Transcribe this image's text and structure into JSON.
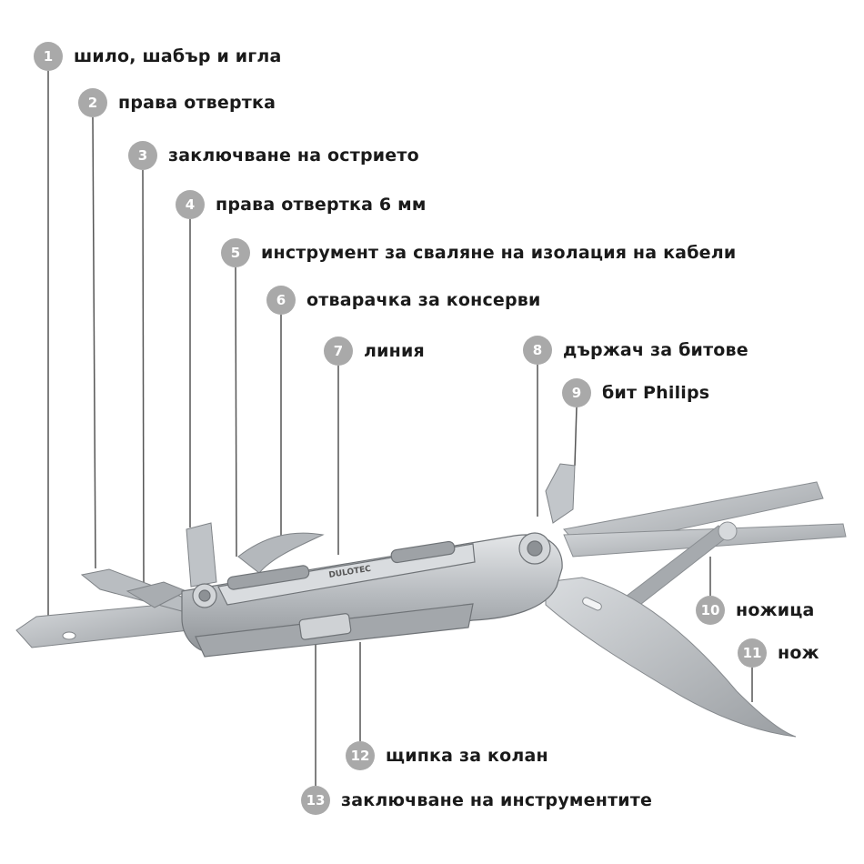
{
  "brand": "DULOTEC",
  "callouts": [
    {
      "num": "1",
      "label": "шило, шабър и игла"
    },
    {
      "num": "2",
      "label": "права отвертка"
    },
    {
      "num": "3",
      "label": "заключване на острието"
    },
    {
      "num": "4",
      "label": "права отвертка 6 мм"
    },
    {
      "num": "5",
      "label": "инструмент за сваляне на изолация на кабели"
    },
    {
      "num": "6",
      "label": "отварачка за консерви"
    },
    {
      "num": "7",
      "label": "линия"
    },
    {
      "num": "8",
      "label": "държач за битове"
    },
    {
      "num": "9",
      "label": "бит Philips"
    },
    {
      "num": "10",
      "label": "ножица"
    },
    {
      "num": "11",
      "label": "нож"
    },
    {
      "num": "12",
      "label": "щипка за колан"
    },
    {
      "num": "13",
      "label": "заключване на инструментите"
    }
  ],
  "colors": {
    "badge": "#a9a9a9",
    "text": "#1a1a1a",
    "line": "#555555",
    "steel": "#b8bcc0"
  }
}
